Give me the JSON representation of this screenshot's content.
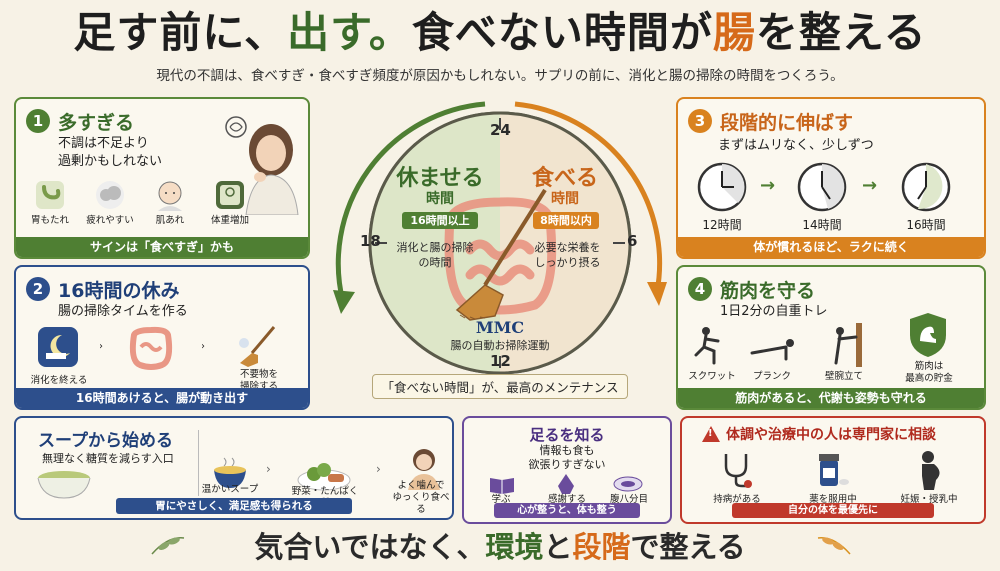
{
  "header": {
    "title_part1": "足す前に、",
    "title_part2": "出す。",
    "title_part3": "食べない時間が",
    "title_part4": "腸",
    "title_part5": "を整える",
    "subtitle": "現代の不調は、食べすぎ・食べすぎ頻度が原因かもしれない。サプリの前に、消化と腸の掃除の時間をつくろう。"
  },
  "panel1": {
    "number": "1",
    "title": "多すぎる",
    "text_line1": "不調は不足より",
    "text_line2": "過剰かもしれない",
    "items": [
      "胃もたれ",
      "疲れやすい",
      "肌あれ",
      "体重増加"
    ],
    "bar": "サインは「食べすぎ」かも"
  },
  "panel2": {
    "number": "2",
    "title": "16時間の休み",
    "text": "腸の掃除タイムを作る",
    "step1": "消化を終える",
    "step3_line1": "不要物を",
    "step3_line2": "掃除する",
    "bar": "16時間あけると、腸が動き出す"
  },
  "clock": {
    "left_title": "休ませる",
    "left_sub": "時間",
    "left_tag": "16時間以上",
    "left_desc_line1": "消化と腸の掃除",
    "left_desc_line2": "の時間",
    "right_title": "食べる",
    "right_sub": "時間",
    "right_tag": "8時間以内",
    "right_desc_line1": "必要な栄養を",
    "right_desc_line2": "しっかり摂る",
    "mark_24": "24",
    "mark_6": "6",
    "mark_12": "12",
    "mark_18": "18",
    "mmc": "MMC",
    "mmc_desc": "腸の自動お掃除運動",
    "caption": "「食べない時間」が、最高のメンテナンス"
  },
  "panel3": {
    "number": "3",
    "title": "段階的に伸ばす",
    "text": "まずはムリなく、少しずつ",
    "clocks": [
      "12時間",
      "14時間",
      "16時間"
    ],
    "bar": "体が慣れるほど、ラクに続く"
  },
  "panel4": {
    "number": "4",
    "title": "筋肉を守る",
    "text": "1日2分の自重トレ",
    "items": [
      "スクワット",
      "プランク",
      "壁腕立て"
    ],
    "badge_line1": "筋肉は",
    "badge_line2": "最高の貯金",
    "bar": "筋肉があると、代謝も姿勢も守れる"
  },
  "panel5": {
    "title": "スープから始める",
    "text": "無理なく糖質を減らす入口",
    "items": [
      "温かいスープ",
      "野菜・たんぱく質"
    ],
    "item3_line1": "よく噛んで",
    "item3_line2": "ゆっくり食べる",
    "bar": "胃にやさしく、満足感も得られる"
  },
  "panel6": {
    "title": "足るを知る",
    "text_line1": "情報も食も",
    "text_line2": "欲張りすぎない",
    "items": [
      "学ぶ",
      "感謝する",
      "腹八分目"
    ],
    "bar": "心が整うと、体も整う"
  },
  "panel7": {
    "title": "体調や治療中の人は専門家に相談",
    "items": [
      "持病がある",
      "薬を服用中",
      "妊娠・授乳中"
    ],
    "bar": "自分の体を最優先に"
  },
  "footer": {
    "part1": "気合いではなく、",
    "part2": "環境",
    "part3": "と",
    "part4": "段階",
    "part5": "で整える"
  },
  "colors": {
    "green": "#4f7f33",
    "blue": "#2d4f8c",
    "orange": "#d9821f",
    "purple": "#6a4c9c",
    "red": "#c0392b",
    "background": "#f7f2e6"
  }
}
